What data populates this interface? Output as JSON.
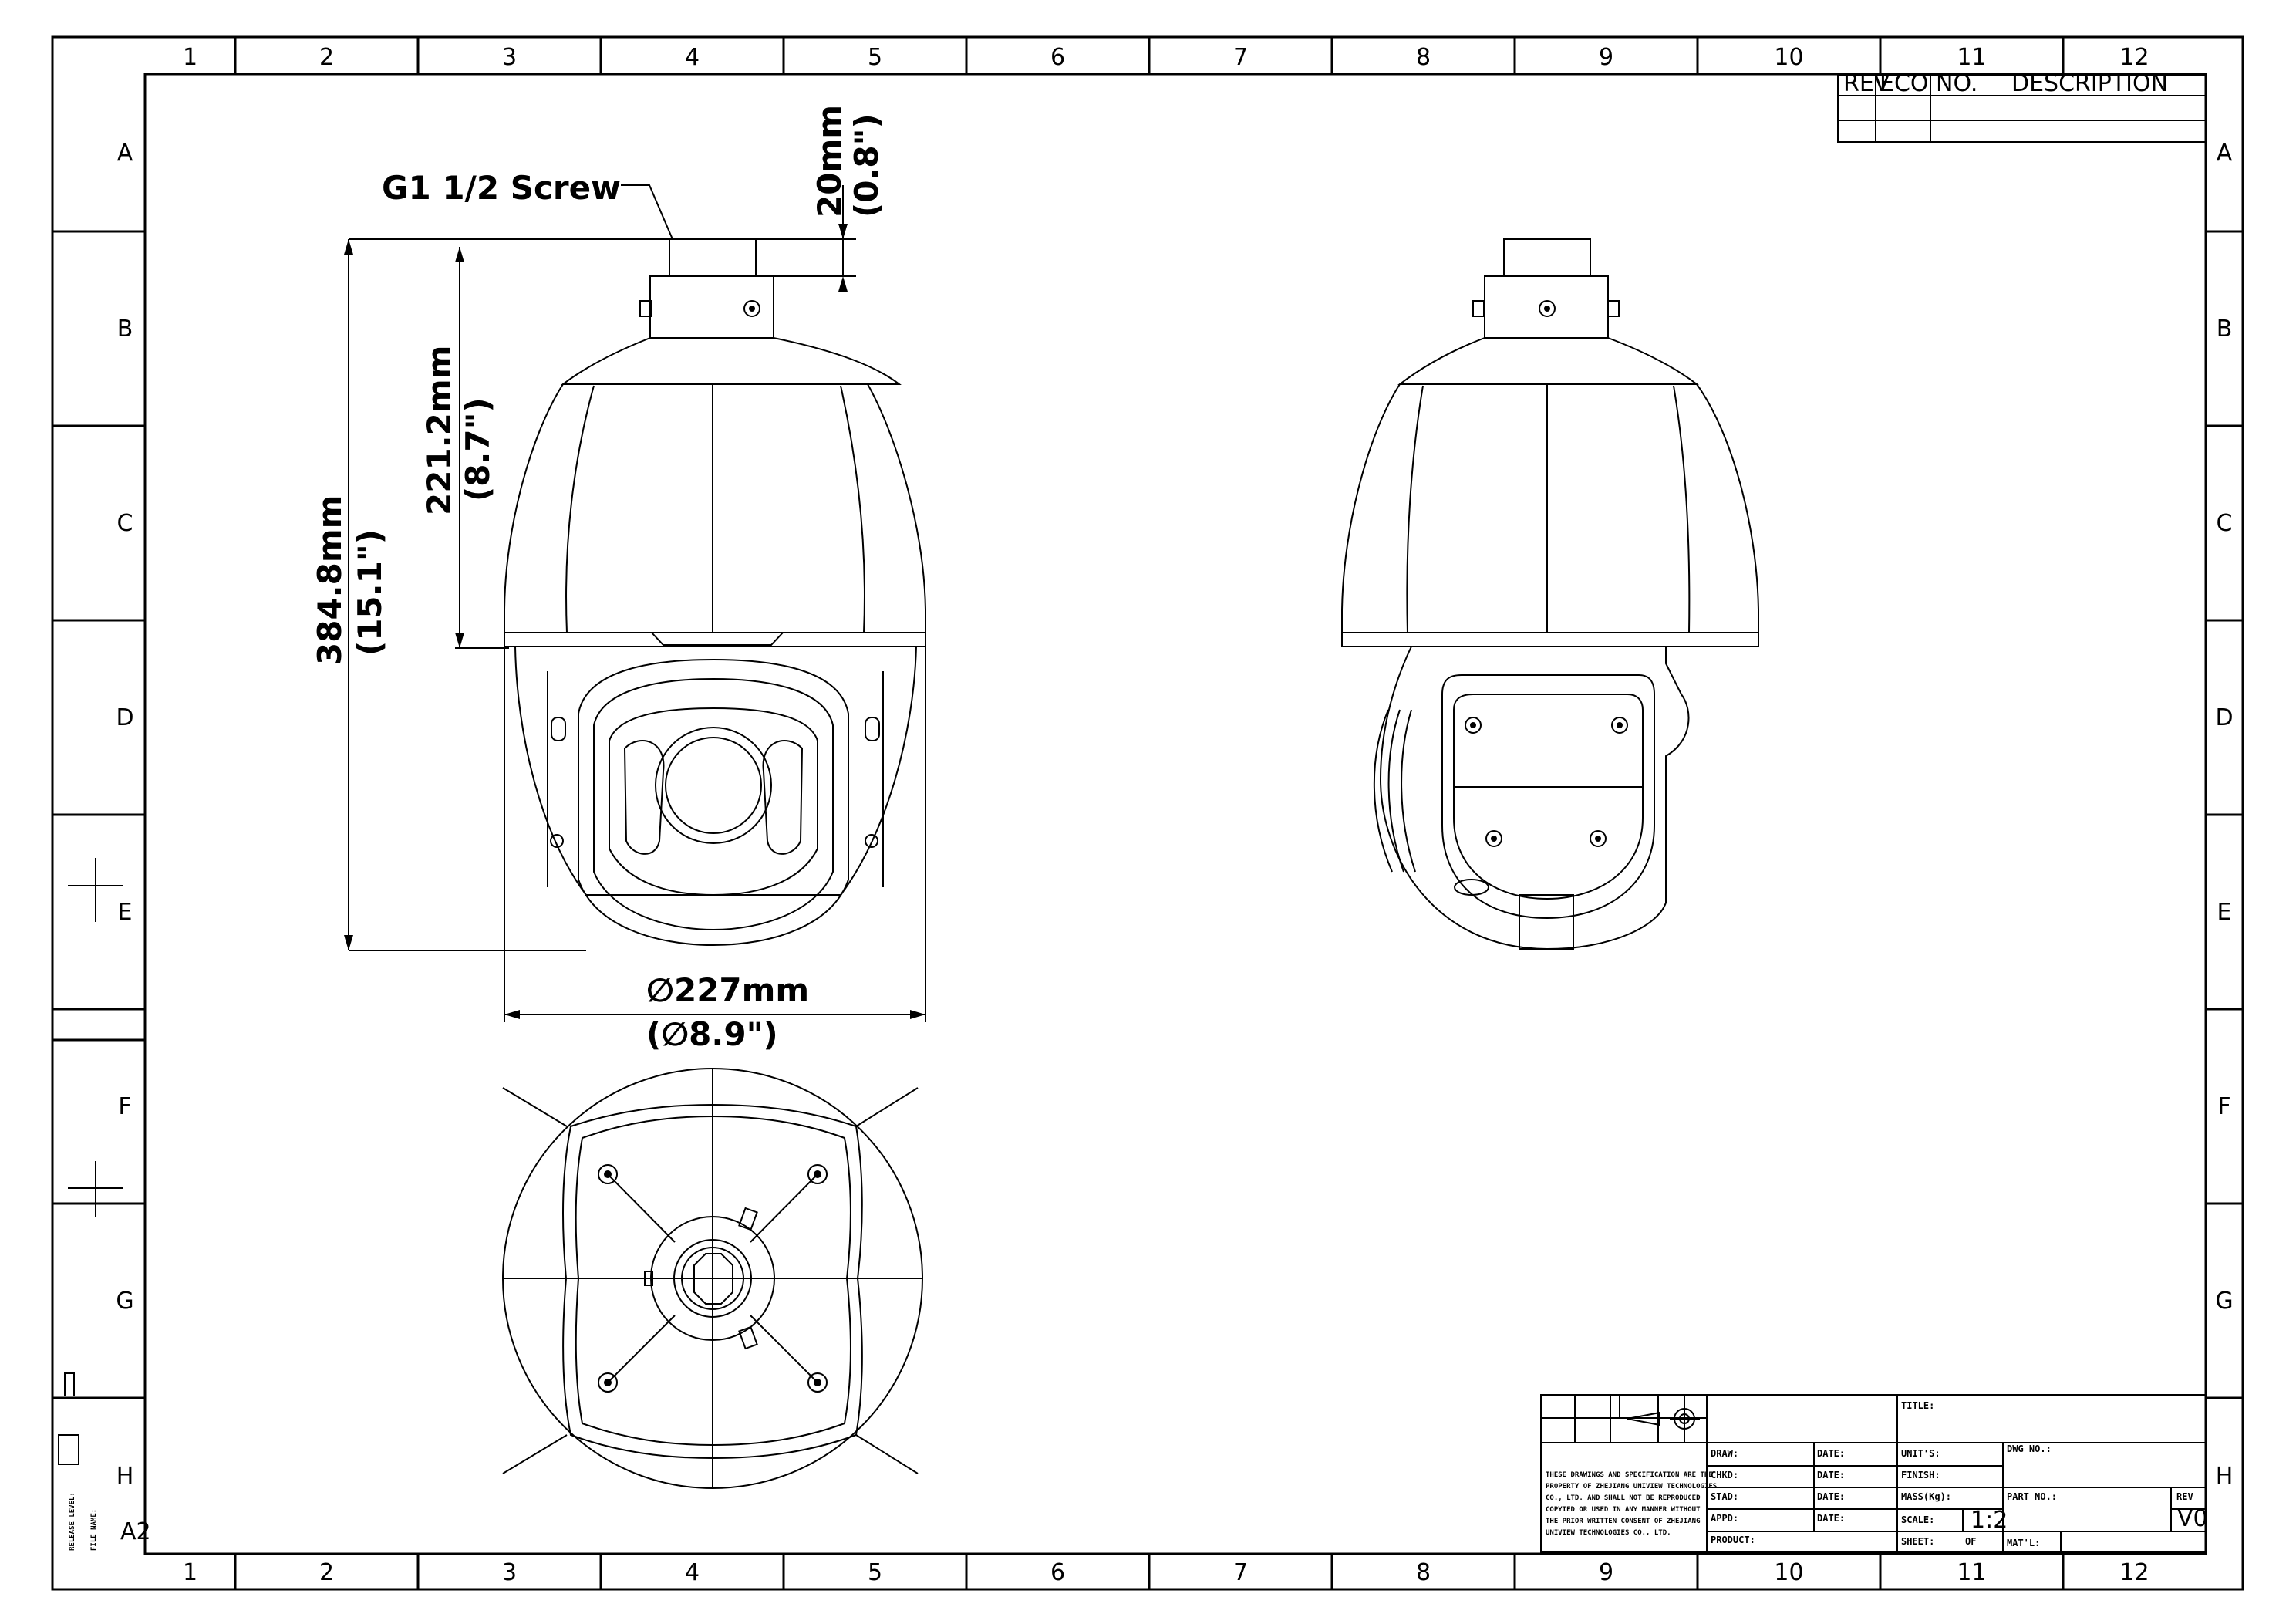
{
  "frame": {
    "columns": [
      "1",
      "2",
      "3",
      "4",
      "5",
      "6",
      "7",
      "8",
      "9",
      "10",
      "11",
      "12"
    ],
    "rows": [
      "A",
      "B",
      "C",
      "D",
      "E",
      "F",
      "G",
      "H"
    ]
  },
  "side_strip": {
    "release_level": "RELEASE LEVEL:",
    "file_name": "FILE NAME:",
    "sheet_size": "A2"
  },
  "revision_block": {
    "rev": "REV",
    "eco_no": "ECO NO.",
    "description": "DESCRIPTION"
  },
  "dimensions": {
    "screw": "G1 1/2 Screw",
    "thread_height_mm": "20mm",
    "thread_height_in": "(0.8\")",
    "housing_height_mm": "221.2mm",
    "housing_height_in": "(8.7\")",
    "total_height_mm": "384.8mm",
    "total_height_in": "(15.1\")",
    "diameter_mm": "∅227mm",
    "diameter_in": "(∅8.9\")"
  },
  "title_block": {
    "drawn": "DRAW:",
    "checked": "CHKD:",
    "standard": "STAD:",
    "approved": "APPD:",
    "product": "PRODUCT:",
    "date": "DATE:",
    "title": "TITLE:",
    "units": "UNIT'S:",
    "finish": "FINISH:",
    "mass": "MASS(Kg):",
    "scale_label": "SCALE:",
    "scale_value": "1:2",
    "sheet": "SHEET:",
    "of": "OF",
    "dwg_no": "DWG NO.:",
    "part_no": "PART NO.:",
    "material": "MAT'L:",
    "rev_label": "REV",
    "rev_value": "V0",
    "notice": [
      "THESE DRAWINGS AND SPECIFICATION ARE THE",
      "PROPERTY OF ZHEJIANG UNIVIEW TECHNOLOGIES",
      "CO., LTD. AND SHALL NOT BE REPRODUCED",
      "COPYIED OR USED IN ANY MANNER WITHOUT",
      "THE PRIOR WRITTEN CONSENT OF ZHEJIANG",
      "UNIVIEW TECHNOLOGIES CO., LTD."
    ]
  }
}
